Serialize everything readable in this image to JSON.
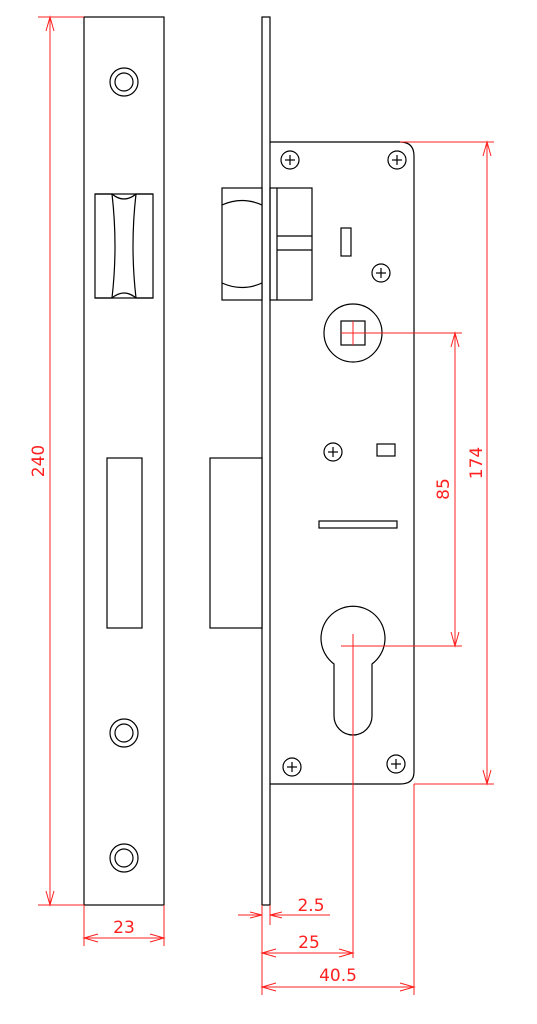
{
  "dimensions": {
    "total_height": "240",
    "faceplate_width": "23",
    "case_height": "174",
    "center_distance": "85",
    "faceplate_thickness": "2.5",
    "backset": "25",
    "case_depth": "40.5"
  },
  "colors": {
    "line": "#000000",
    "dimension": "#ff2020",
    "background": "#ffffff"
  }
}
